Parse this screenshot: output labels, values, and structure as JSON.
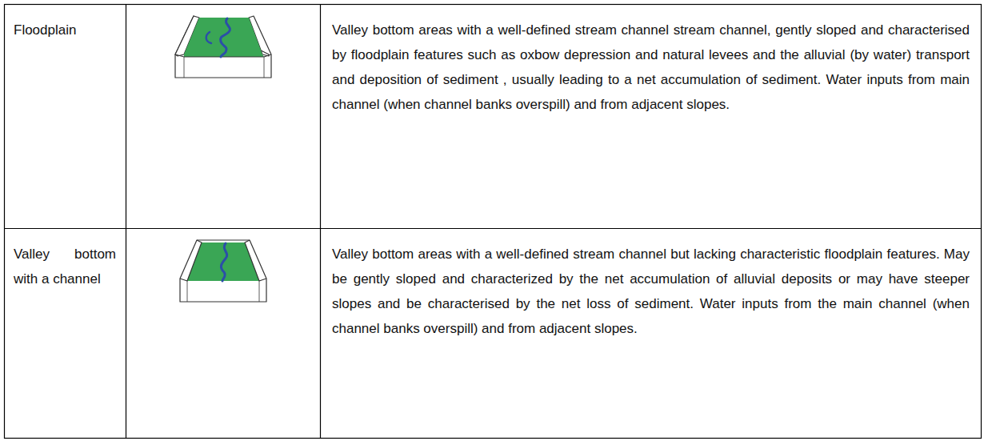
{
  "diagram": {
    "labels": [
      "Floodplain",
      "Valley bottom areas with a well-defined stream channel stream channel, gently sloped and characterised by floodplain features such as oxbow depression and natural levees and the alluvial (by water) transport and deposition of sediment , usually leading to a net accumulation of sediment. Water inputs from main channel (when channel banks overspill) and from adjacent slopes.",
      "Valley bottom with a channel",
      "Valley bottom areas with a well-defined stream channel but lacking characteristic floodplain features. May be gently sloped and characterized by the net accumulation of alluvial deposits or may have steeper slopes and be characterised by the net loss of sediment. Water inputs from the main channel (when channel banks overspill) and from adjacent slopes."
    ]
  }
}
